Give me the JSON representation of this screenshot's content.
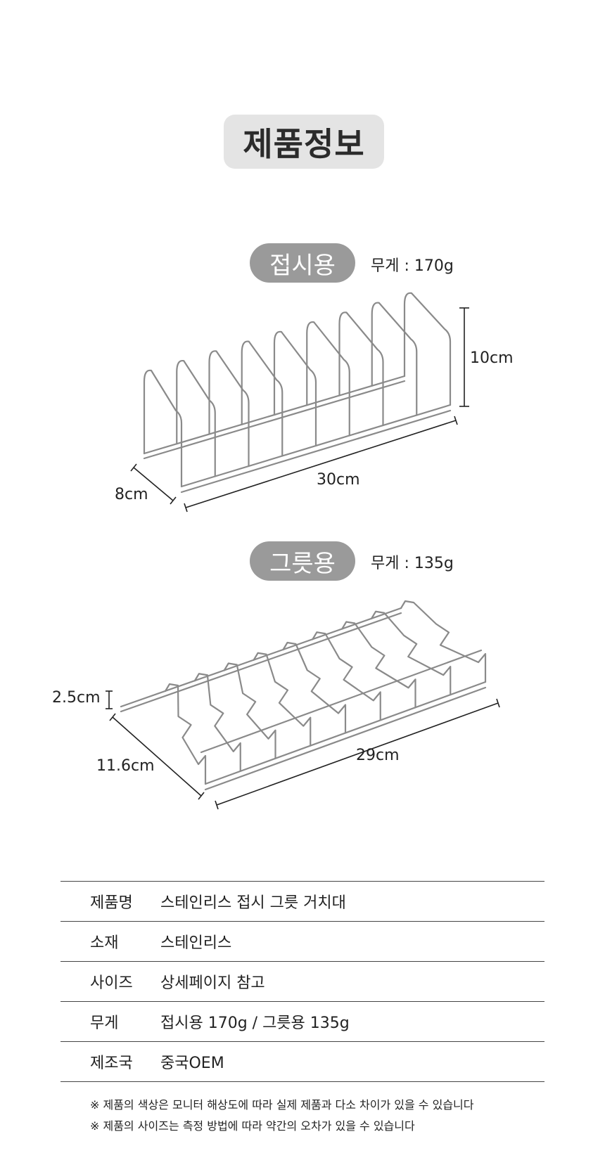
{
  "page": {
    "title": "제품정보"
  },
  "products": [
    {
      "name": "접시용",
      "weight": "무게 : 170g",
      "dims": {
        "height": "10cm",
        "depth": "8cm",
        "length": "30cm"
      }
    },
    {
      "name": "그릇용",
      "weight": "무게 : 135g",
      "dims": {
        "height": "2.5cm",
        "depth": "11.6cm",
        "length": "29cm"
      }
    }
  ],
  "spec_table": [
    {
      "key": "제품명",
      "value": "스테인리스 접시 그릇 거치대"
    },
    {
      "key": "소재",
      "value": "스테인리스"
    },
    {
      "key": "사이즈",
      "value": "상세페이지 참고"
    },
    {
      "key": "무게",
      "value": "접시용 170g / 그릇용 135g"
    },
    {
      "key": "제조국",
      "value": "중국OEM"
    }
  ],
  "notes": [
    "※ 제품의 색상은 모니터 해상도에 따라 실제 제품과 다소 차이가 있을 수 있습니다",
    "※ 제품의 사이즈는 측정 방법에 따라 약간의 오차가 있을 수 있습니다"
  ],
  "colors": {
    "pill_gray": "#9a9a9a",
    "title_bg": "#e4e4e4",
    "wire": "#8a8a8a"
  }
}
